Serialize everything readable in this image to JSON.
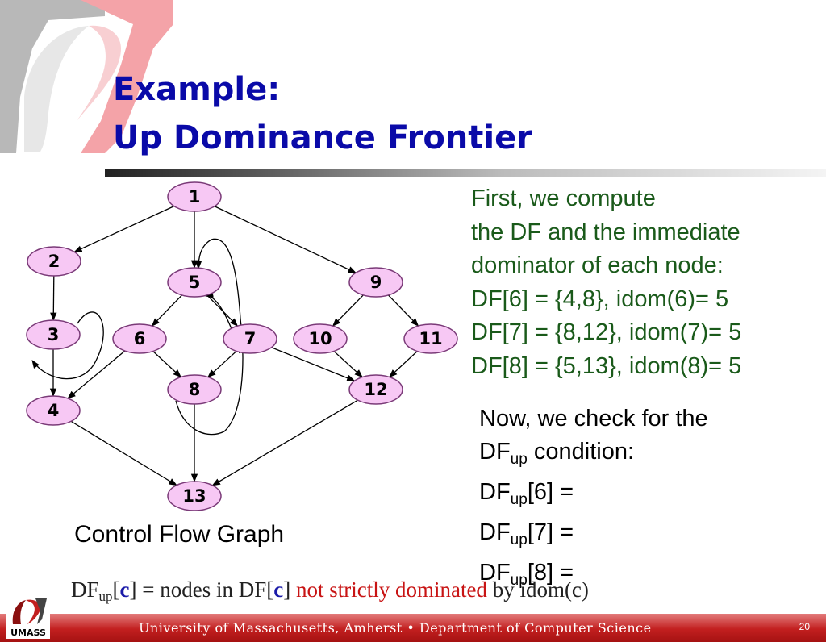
{
  "title": {
    "line1": "Example:",
    "line2": "Up Dominance Frontier"
  },
  "graph": {
    "caption": "Control Flow Graph",
    "nodes": [
      {
        "id": "1",
        "label": "1"
      },
      {
        "id": "2",
        "label": "2"
      },
      {
        "id": "3",
        "label": "3"
      },
      {
        "id": "4",
        "label": "4"
      },
      {
        "id": "5",
        "label": "5"
      },
      {
        "id": "6",
        "label": "6"
      },
      {
        "id": "7",
        "label": "7"
      },
      {
        "id": "8",
        "label": "8"
      },
      {
        "id": "9",
        "label": "9"
      },
      {
        "id": "10",
        "label": "10"
      },
      {
        "id": "11",
        "label": "11"
      },
      {
        "id": "12",
        "label": "12"
      },
      {
        "id": "13",
        "label": "13"
      }
    ],
    "edges": [
      [
        "1",
        "2"
      ],
      [
        "1",
        "5"
      ],
      [
        "1",
        "9"
      ],
      [
        "2",
        "3"
      ],
      [
        "3",
        "4"
      ],
      [
        "3",
        "3"
      ],
      [
        "4",
        "13"
      ],
      [
        "5",
        "6"
      ],
      [
        "5",
        "7"
      ],
      [
        "6",
        "4"
      ],
      [
        "6",
        "8"
      ],
      [
        "7",
        "8"
      ],
      [
        "7",
        "12"
      ],
      [
        "7",
        "5"
      ],
      [
        "8",
        "13"
      ],
      [
        "8",
        "5"
      ],
      [
        "9",
        "10"
      ],
      [
        "9",
        "11"
      ],
      [
        "10",
        "12"
      ],
      [
        "11",
        "12"
      ],
      [
        "12",
        "13"
      ]
    ],
    "node_fill": "#f7c8f4",
    "node_stroke": "#7a3a78"
  },
  "df_block": {
    "lines": [
      "First, we compute",
      "the DF and the immediate",
      "dominator of each node:",
      "DF[6] = {4,8}, idom(6)= 5",
      "DF[7] = {8,12}, idom(7)= 5",
      "DF[8] = {5,13}, idom(8)= 5"
    ],
    "color": "#1a5a1a"
  },
  "check_block": {
    "line1": "Now, we check for the",
    "df": "DF",
    "up": "up",
    "condition": " condition:",
    "items": [
      "[6] =",
      "[7] =",
      "[8] ="
    ]
  },
  "definition": {
    "df": "DF",
    "up": "up",
    "c": "c",
    "part1": " = nodes in DF[",
    "red": "not strictly dominated",
    "part2": " by idom(c)"
  },
  "footer": {
    "text": "University of Massachusetts, Amherst • Department of Computer Science",
    "slide_number": "20",
    "logo_text": "UMASS",
    "color": "#c21f1f"
  }
}
